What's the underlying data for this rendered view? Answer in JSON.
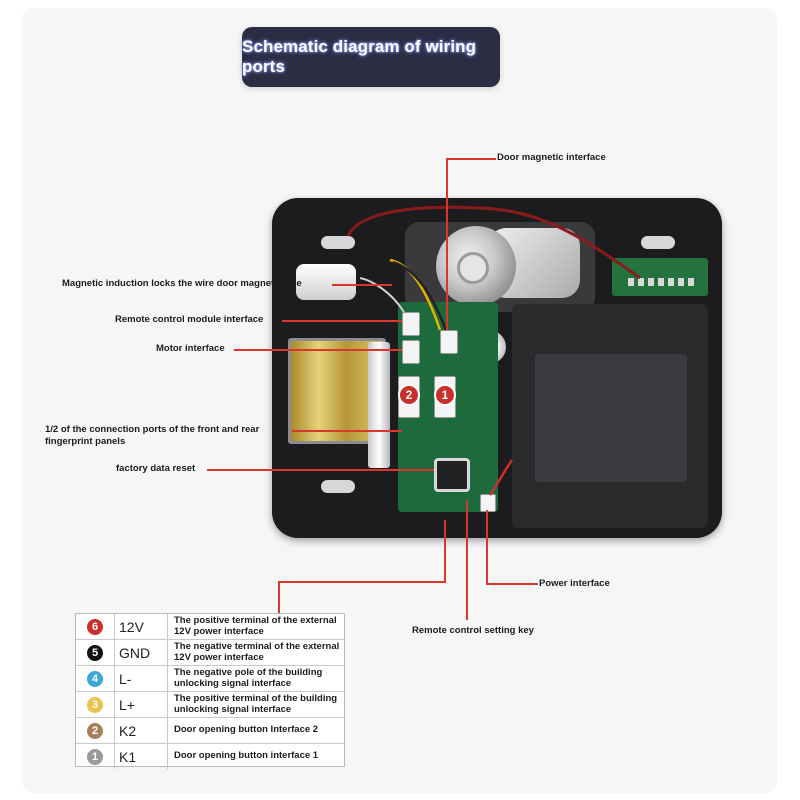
{
  "title": "Schematic diagram of wiring ports",
  "colors": {
    "title_bg": "#2b2d42",
    "leader": "#d9362c",
    "pcb_green": "#1d6a3c",
    "device_body": "#1c1c1f"
  },
  "callouts": {
    "door_magnetic": "Door magnetic interface",
    "magnetic_induction": "Magnetic induction locks the wire door magnetic one",
    "remote_module": "Remote control module interface",
    "motor": "Motor interface",
    "front_rear_ports": "1/2 of the connection ports of the front and rear fingerprint panels",
    "factory_reset": "factory data reset",
    "power": "Power interface",
    "remote_key": "Remote control setting key"
  },
  "board_badges": [
    "2",
    "1"
  ],
  "legend": [
    {
      "num": "6",
      "code": "12V",
      "color": "#c9302c",
      "desc": "The positive terminal of the external 12V power interface"
    },
    {
      "num": "5",
      "code": "GND",
      "color": "#111111",
      "desc": "The negative terminal of the external 12V power interface"
    },
    {
      "num": "4",
      "code": "L-",
      "color": "#3aa7d8",
      "desc": "The negative pole of the building unlocking signal interface"
    },
    {
      "num": "3",
      "code": "L+",
      "color": "#e8c44b",
      "desc": "The positive terminal of the building unlocking signal interface"
    },
    {
      "num": "2",
      "code": "K2",
      "color": "#a5825a",
      "desc": "Door opening button Interface 2"
    },
    {
      "num": "1",
      "code": "K1",
      "color": "#9a9a9a",
      "desc": "Door opening button interface 1"
    }
  ]
}
